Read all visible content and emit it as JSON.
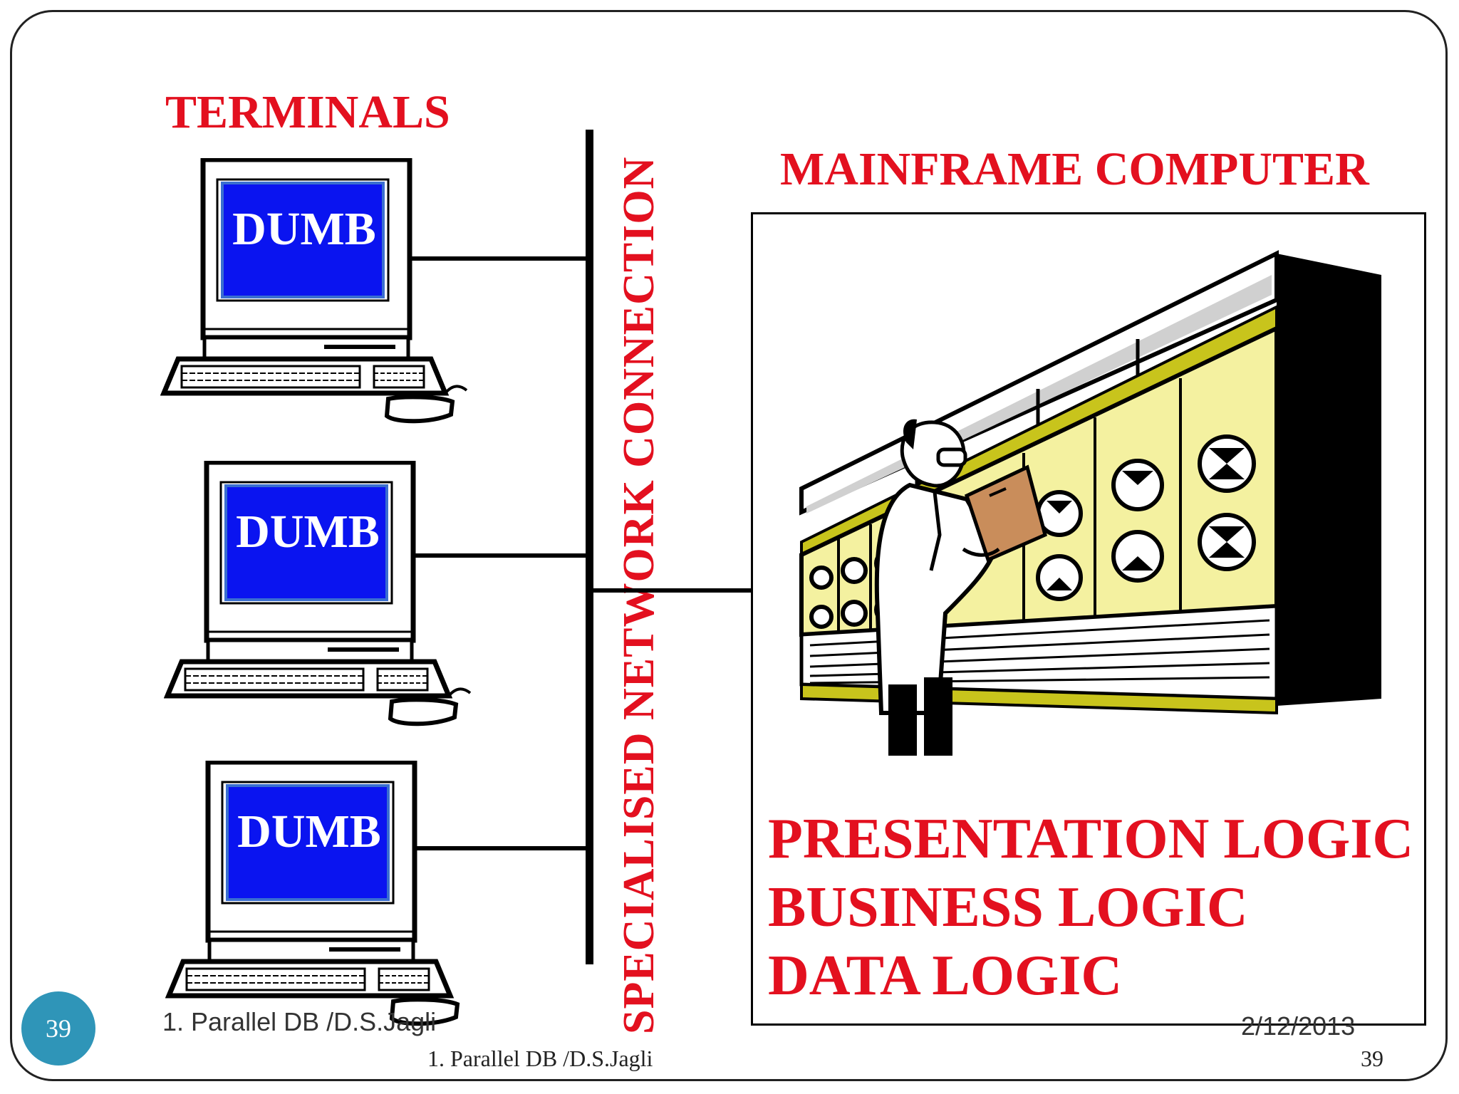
{
  "titles": {
    "terminals": "TERMINALS",
    "mainframe": "MAINFRAME COMPUTER",
    "network": "SPECIALISED NETWORK CONNECTION"
  },
  "terminals": [
    {
      "screen_label": "DUMB"
    },
    {
      "screen_label": "DUMB"
    },
    {
      "screen_label": "DUMB"
    }
  ],
  "logic_layers": [
    "PRESENTATION LOGIC",
    "BUSINESS LOGIC",
    "DATA LOGIC"
  ],
  "footer": {
    "slide_badge": "39",
    "left_text": "1. Parallel DB /D.S.Jagli",
    "date": "2/12/2013",
    "bottom_text": "1. Parallel DB /D.S.Jagli",
    "page_number": "39"
  },
  "colors": {
    "title_red": "#e3101f",
    "screen_blue": "#0a14f0",
    "badge_teal": "#2f95b8",
    "panel_yellow": "#f4f1a0",
    "panel_olive": "#c8c41c"
  },
  "icons": [
    "computer-terminal-icon",
    "keyboard-icon",
    "mouse-icon",
    "mainframe-computer-illustration",
    "scientist-figure"
  ]
}
